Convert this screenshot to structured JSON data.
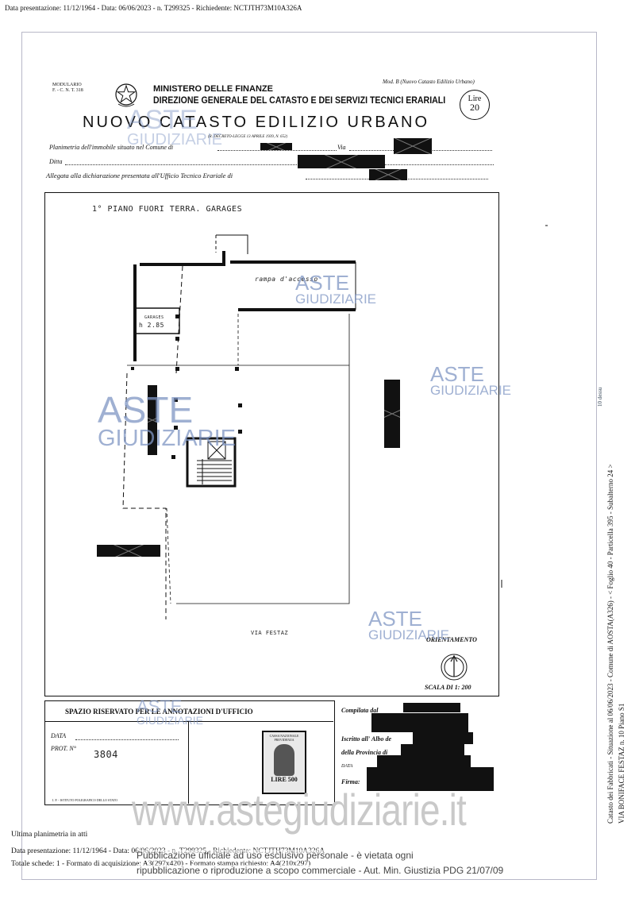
{
  "top_header": "Data presentazione: 11/12/1964 - Data: 06/06/2023 - n. T299325 - Richiedente: NCTJTH73M10A326A",
  "form": {
    "modulario": "MODULARIO",
    "modulario_code": "F. - C. N. T. 318",
    "ministry": "MINISTERO DELLE FINANZE",
    "direction": "DIREZIONE GENERALE DEL CATASTO E DEI SERVIZI TECNICI ERARIALI",
    "title": "NUOVO CATASTO EDILIZIO URBANO",
    "model": "Mod. B (Nuovo Catasto Edilizio Urbano)",
    "decree": "(R. DECRETO-LEGGE 13 APRILE 1939, N. 652)",
    "price_label": "Lire",
    "price_value": "20",
    "line1_label": "Planimetria dell'immobile situato nel Comune di",
    "line1_via": "Via",
    "line2_label": "Ditta",
    "line3_label": "Allegata alla dichiarazione presentata all'Ufficio Tecnico Erariale di"
  },
  "plan": {
    "heading": "1° PIANO FUORI TERRA. GARAGES",
    "ramp_label": "rampa d'accesso",
    "garage_label": "GARAGES",
    "garage_height": "h 2.85",
    "street_label": "VIA FESTAZ",
    "orientation": "ORIENTAMENTO",
    "scale": "SCALA DI 1: 200"
  },
  "office": {
    "title": "SPAZIO RISERVATO PER LE ANNOTAZIONI D'UFFICIO",
    "data_label": "DATA",
    "prot_label": "PROT. N°",
    "prot_value": "3804",
    "footer_small": "I. P. - ISTITUTO POLIGRAFICO DELLO STATO",
    "stamp_top": "CASSA NAZIONALE PREVIDENZA",
    "stamp_value": "LIRE 500",
    "compilata": "Compilata dal",
    "iscritto": "Iscritto all' Albo de",
    "provincia": "della Provincia di",
    "data": "DATA",
    "firma": "Firma:"
  },
  "watermark": {
    "l1": "ASTE",
    "l2": "GIUDIZIARIE",
    "site": "www.astegiudiziarie.it",
    "notice_1": "Pubblicazione ufficiale ad uso esclusivo personale - è vietata ogni",
    "notice_2": "ripubblicazione o riproduzione a scopo commerciale - Aut. Min. Giustizia PDG 21/07/09"
  },
  "footer": {
    "last": "Ultima planimetria in atti",
    "line1": "Data presentazione: 11/12/1964 - Data: 06/06/2023 - n. T299325 - Richiedente: NCTJTH73M10A326A",
    "line2": "Totale schede: 1 - Formato di acquisizione: A3(297x420) - Formato stampa richiesto: A4(210x297)"
  },
  "side": {
    "line1": "Catasto dei Fabbricati - Situazione al 06/06/2023 - Comune di AOSTA(A326) - < Foglio 40 - Particella 395 - Subalterno 24 >",
    "line2": "VIA BONIFACE FESTAZ n. 10 Piano S1",
    "ref": "10 dessu"
  }
}
